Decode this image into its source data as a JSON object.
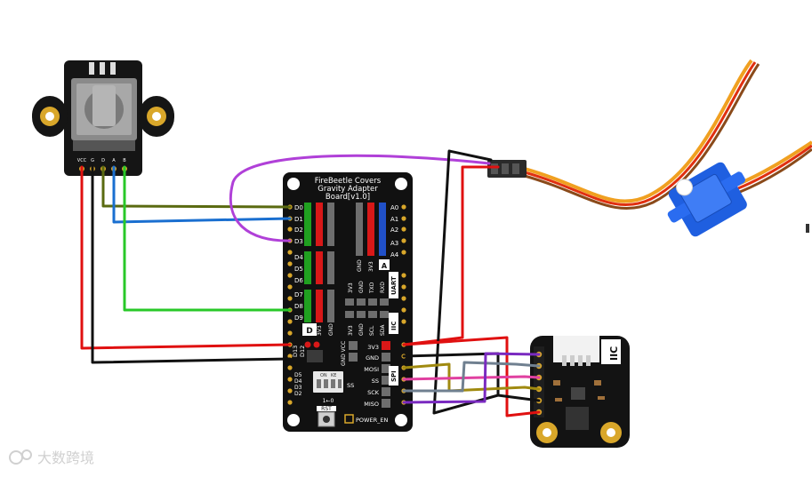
{
  "board": {
    "title_line1": "FireBeetle Covers",
    "title_line2": "Gravity Adapter",
    "title_line3": "Board[v1.0]",
    "digital_pins": [
      "D0",
      "D1",
      "D2",
      "D3",
      "D4",
      "D5",
      "D6",
      "D7",
      "D8",
      "D9"
    ],
    "analog_pins": [
      "A0",
      "A1",
      "A2",
      "A3",
      "A4"
    ],
    "left_col_lower": [
      "D13",
      "D12"
    ],
    "left_col_bottom": [
      "D5",
      "D4",
      "D3",
      "D2"
    ],
    "section_d_label": "D",
    "section_a_label": "A",
    "section_iic_label": "IIC",
    "section_uart_label": "UART",
    "section_spi_label": "SPI",
    "header_3v3": "3V3",
    "header_gnd": "GND",
    "uart_headers": [
      "3V3",
      "GND",
      "TXD",
      "RXD"
    ],
    "iic_headers": [
      "3V3",
      "GND",
      "SCL",
      "SDA"
    ],
    "analog_headers": [
      "GND",
      "3V3"
    ],
    "gnd_vcc_label": "GND VCC",
    "dip_on_label": "ON",
    "dip_ke_label": "KE",
    "dip_1_0_label": "1←0",
    "ss_label": "SS",
    "spi_pins": [
      "3V3",
      "GND",
      "MOSI",
      "SS",
      "SCK",
      "MISO"
    ],
    "rst_label": "RST",
    "power_en_label": "POWER_EN"
  },
  "encoder": {
    "pins": [
      "VCC",
      "G",
      "D",
      "A",
      "B"
    ]
  },
  "module": {
    "label": "IIC"
  },
  "watermark": {
    "text": "大数跨境"
  },
  "colors": {
    "wire_red": "#e01010",
    "wire_black": "#111111",
    "wire_purple": "#b040d8",
    "wire_olive": "#5a6a10",
    "wire_blue": "#1a6fd0",
    "wire_green": "#28c828",
    "wire_gray": "#708090",
    "wire_pink": "#e040a0",
    "wire_gold": "#a08a10",
    "board_black": "#111111",
    "header_red": "#d81818",
    "header_green": "#20a020",
    "header_blue": "#2050c8",
    "header_gray": "#6e6e6e",
    "servo_blue": "#1f5fe0",
    "servo_orange": "#f0a020",
    "servo_brown": "#8a4a1a"
  }
}
